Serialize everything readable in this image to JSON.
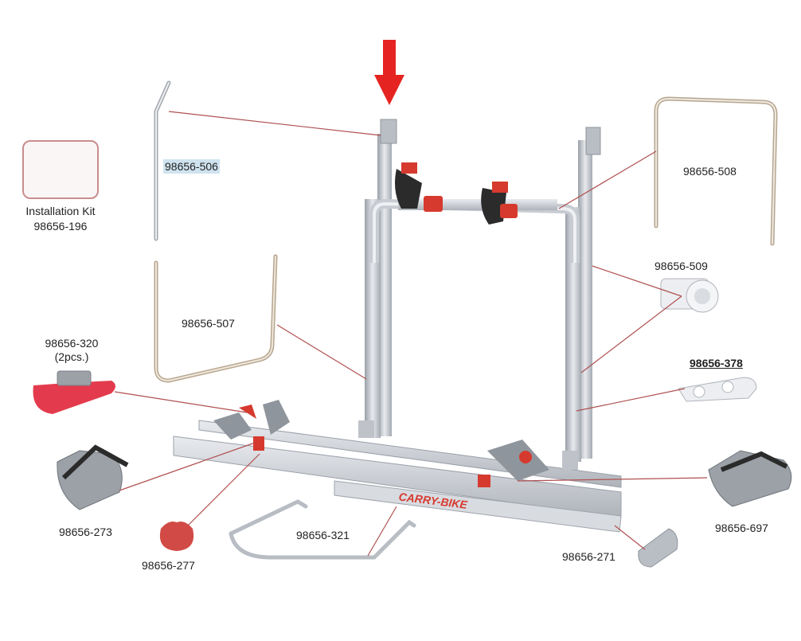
{
  "parts": {
    "installation_kit": {
      "title": "Installation Kit",
      "number": "98656-196"
    },
    "p506": "98656-506",
    "p508": "98656-508",
    "p507": "98656-507",
    "p509": "98656-509",
    "p320": {
      "number": "98656-320",
      "qty": "(2pcs.)"
    },
    "p378": "98656-378",
    "p273": "98656-273",
    "p697": "98656-697",
    "p277": "98656-277",
    "p321": "98656-321",
    "p271": "98656-271"
  },
  "brand_text": "CARRY-BIKE",
  "colors": {
    "leader_line": "#b05050",
    "arrow": "#e52421",
    "rail": "#c9ccd2",
    "accent_red": "#d63a2f",
    "strap_red": "#e33b4d",
    "grey_part": "#8f959c",
    "highlight": "#cfe3ef"
  },
  "icons": [
    "down-arrow-icon",
    "installation-kit-icon"
  ]
}
